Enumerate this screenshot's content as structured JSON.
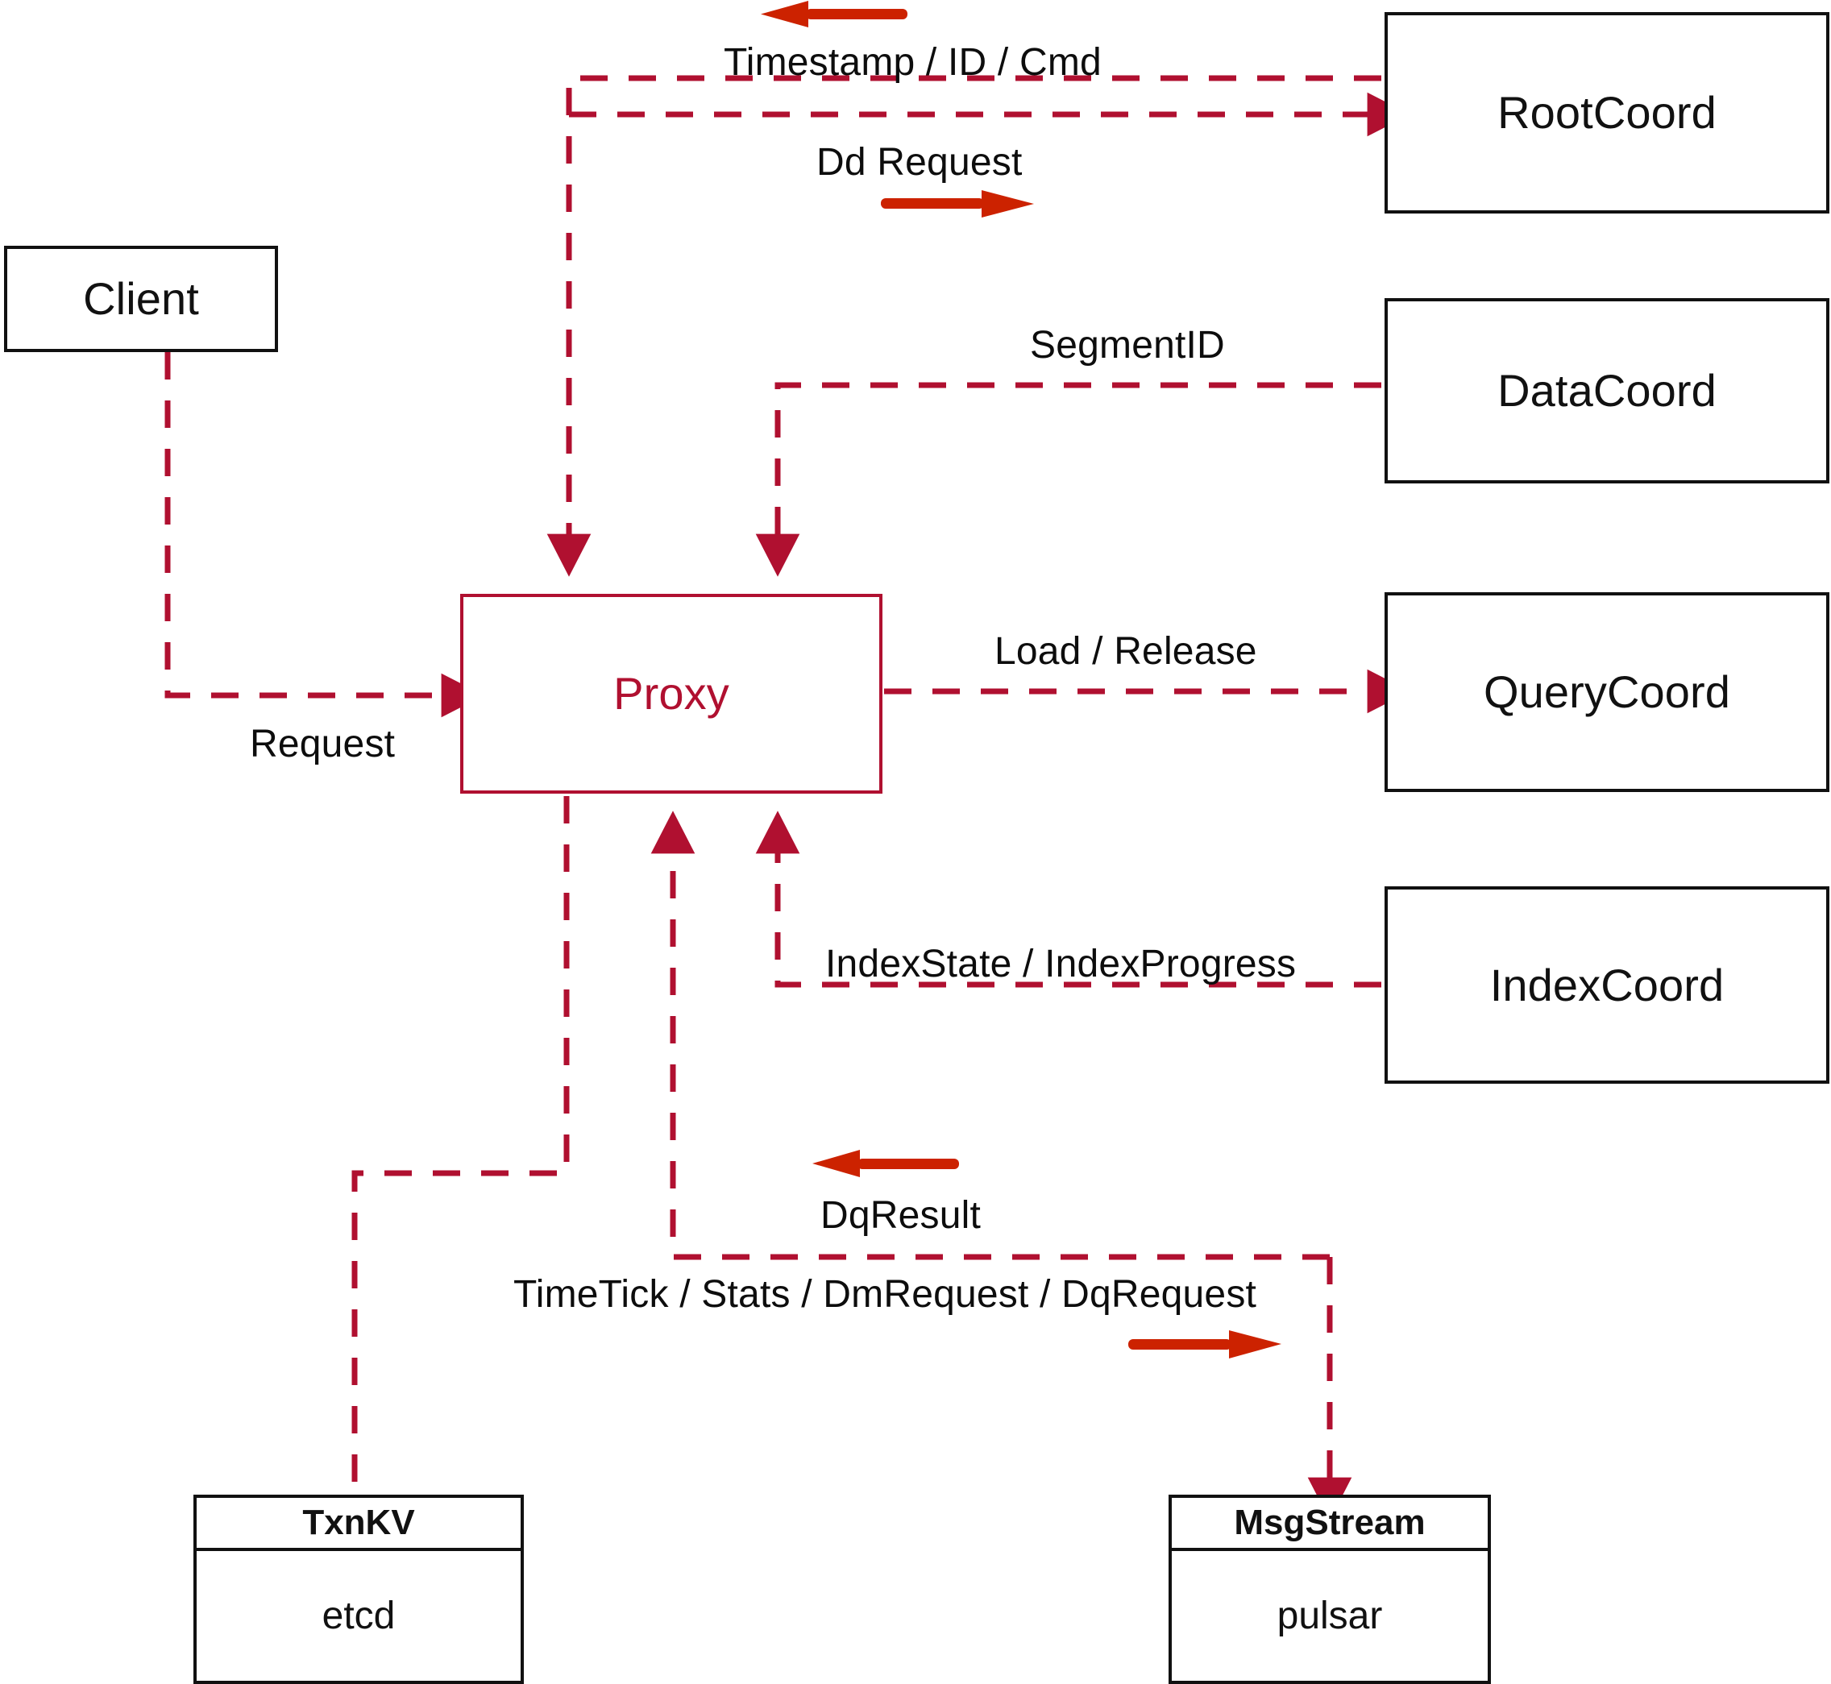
{
  "diagram": {
    "title": "Milvus Proxy component interaction diagram",
    "colors": {
      "dashed_connector": "#B01030",
      "solid_arrow": "#CC2200",
      "node_border": "#111111",
      "proxy_accent": "#B01030",
      "background": "#FFFFFF",
      "label_text": "#0D0D0D"
    }
  },
  "nodes": {
    "client": {
      "label": "Client"
    },
    "proxy": {
      "label": "Proxy"
    },
    "root_coord": {
      "label": "RootCoord"
    },
    "data_coord": {
      "label": "DataCoord"
    },
    "query_coord": {
      "label": "QueryCoord"
    },
    "index_coord": {
      "label": "IndexCoord"
    },
    "txn_kv": {
      "title": "TxnKV",
      "body": "etcd"
    },
    "msg_stream": {
      "title": "MsgStream",
      "body": "pulsar"
    }
  },
  "edge_labels": {
    "timestamp_id_cmd": "Timestamp / ID / Cmd",
    "dd_request": "Dd Request",
    "segment_id": "SegmentID",
    "request": "Request",
    "load_release": "Load / Release",
    "index_state_progress": "IndexState / IndexProgress",
    "dq_result": "DqResult",
    "msgstream_payloads": "TimeTick / Stats / DmRequest / DqRequest"
  }
}
